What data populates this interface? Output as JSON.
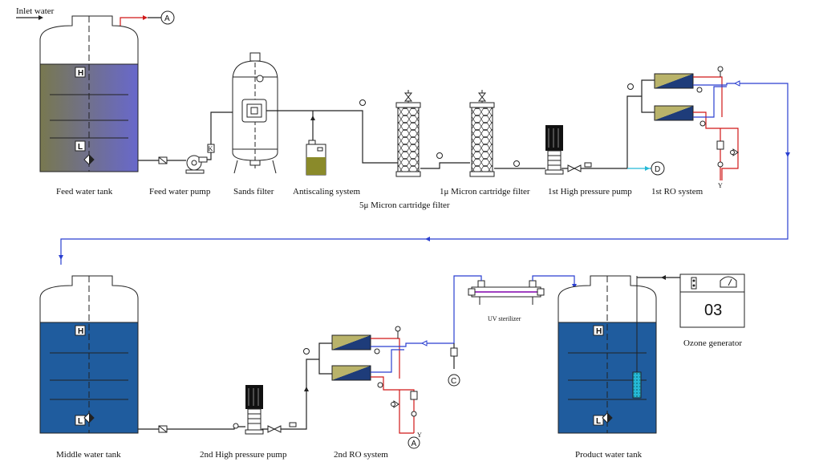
{
  "diagram": {
    "labels": {
      "inlet_water": "Inlet water",
      "feed_water_tank": "Feed water tank",
      "feed_water_pump": "Feed water pump",
      "sands_filter": "Sands filter",
      "antiscaling_system": "Antiscaling system",
      "micron5_filter": "5μ Micron cartridge filter",
      "micron1_filter": "1μ Micron cartridge filter",
      "high_pressure_pump_1": "1st High pressure pump",
      "ro_system_1": "1st RO system",
      "middle_water_tank": "Middle water tank",
      "high_pressure_pump_2": "2nd High pressure pump",
      "ro_system_2": "2nd RO system",
      "uv_sterilizer": "UV sterilizer",
      "product_water_tank": "Product water tank",
      "ozone_generator": "Ozone generator"
    },
    "level_marks": {
      "high": "H",
      "low": "L"
    },
    "connectors": {
      "a": "A",
      "b": "C",
      "c": "D"
    },
    "ozone_display": "03",
    "colors": {
      "feed_tank_fill": "#76765a",
      "feed_tank_fill_end": "#6a6ac8",
      "blue_tank_fill": "#1f5c9e",
      "water_line": "#2a3fd0",
      "reject_line": "#d01818",
      "cyan_line": "#25b9d6",
      "membrane_dark": "#1e3c78",
      "membrane_light": "#b8b470"
    }
  }
}
